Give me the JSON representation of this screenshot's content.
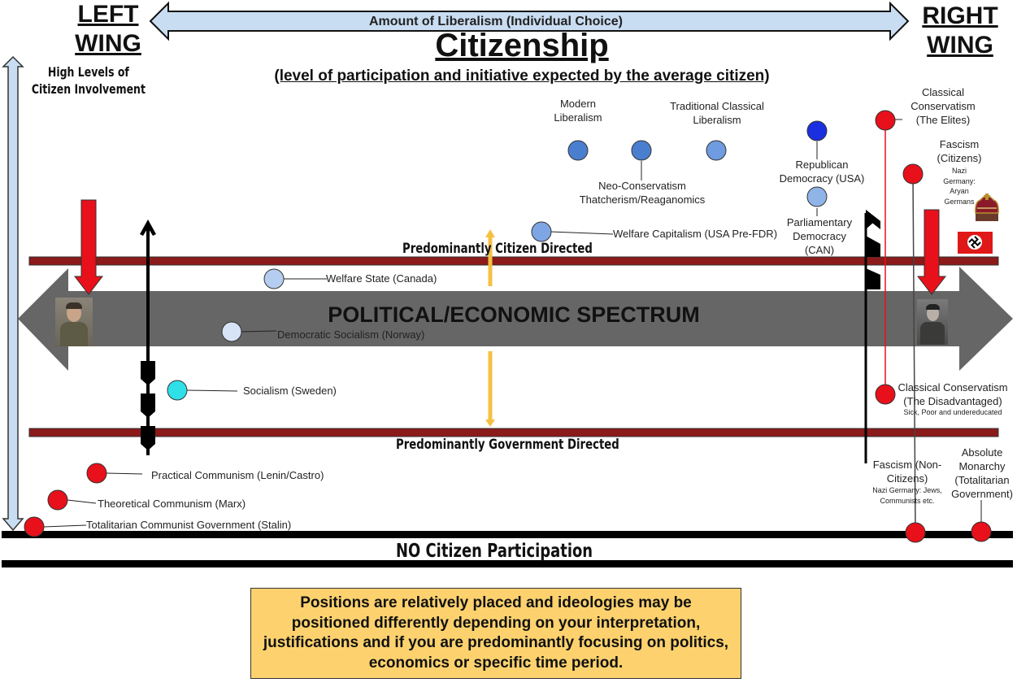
{
  "header": {
    "left_wing": "LEFT WING",
    "right_wing": "RIGHT WING",
    "liberalism_label": "Amount of Liberalism (Individual Choice)",
    "title": "Citizenship",
    "subtitle": "(level of participation and initiative expected by the average citizen)"
  },
  "axis": {
    "high_involvement": "High Levels of Citizen Involvement",
    "no_participation": "NO Citizen Participation",
    "spectrum_label": "POLITICAL/ECONOMIC SPECTRUM",
    "citizen_directed": "Predominantly Citizen Directed",
    "government_directed": "Predominantly Government Directed"
  },
  "ideologies": {
    "modern_liberalism": "Modern Liberalism",
    "traditional_classical_liberalism": "Traditional Classical Liberalism",
    "neo_conservatism": "Neo-Conservatism Thatcherism/Reaganomics",
    "republican_democracy": "Republican Democracy (USA)",
    "parliamentary_democracy": "Parliamentary Democracy (CAN)",
    "welfare_capitalism": "Welfare Capitalism (USA Pre-FDR)",
    "welfare_state": "Welfare State (Canada)",
    "democratic_socialism": "Democratic Socialism (Norway)",
    "socialism": "Socialism (Sweden)",
    "practical_communism": "Practical Communism (Lenin/Castro)",
    "theoretical_communism": "Theoretical Communism (Marx)",
    "totalitarian_communist": "Totalitarian Communist Government (Stalin)",
    "classical_conservatism_elites": "Classical Conservatism (The Elites)",
    "fascism_citizens": "Fascism (Citizens)",
    "fascism_citizens_note": "Nazi Germany: Aryan Germans",
    "classical_conservatism_disadvantaged": "Classical Conservatism (The Disadvantaged)",
    "disadvantaged_note": "Sick, Poor and undereducated",
    "fascism_non_citizens": "Fascism (Non-Citizens)",
    "fascism_non_citizens_note": "Nazi Germany: Jews, Communists etc.",
    "absolute_monarchy": "Absolute Monarchy (Totalitarian Government)"
  },
  "note": "Positions are relatively placed and ideologies may be positioned differently depending on your interpretation, justifications and if you are predominantly focusing on politics, economics or specific time period.",
  "colors": {
    "band": "#8b1a1a",
    "spectrum": "#666666",
    "red_dot": "#e8101a",
    "blue_dot": "#4a7fd0",
    "arrow_fill": "#c9ddf2",
    "note_bg": "#fdd26e"
  },
  "icons": [
    "crown-icon",
    "swastika-flag-icon",
    "stalin-portrait",
    "hitler-portrait"
  ]
}
